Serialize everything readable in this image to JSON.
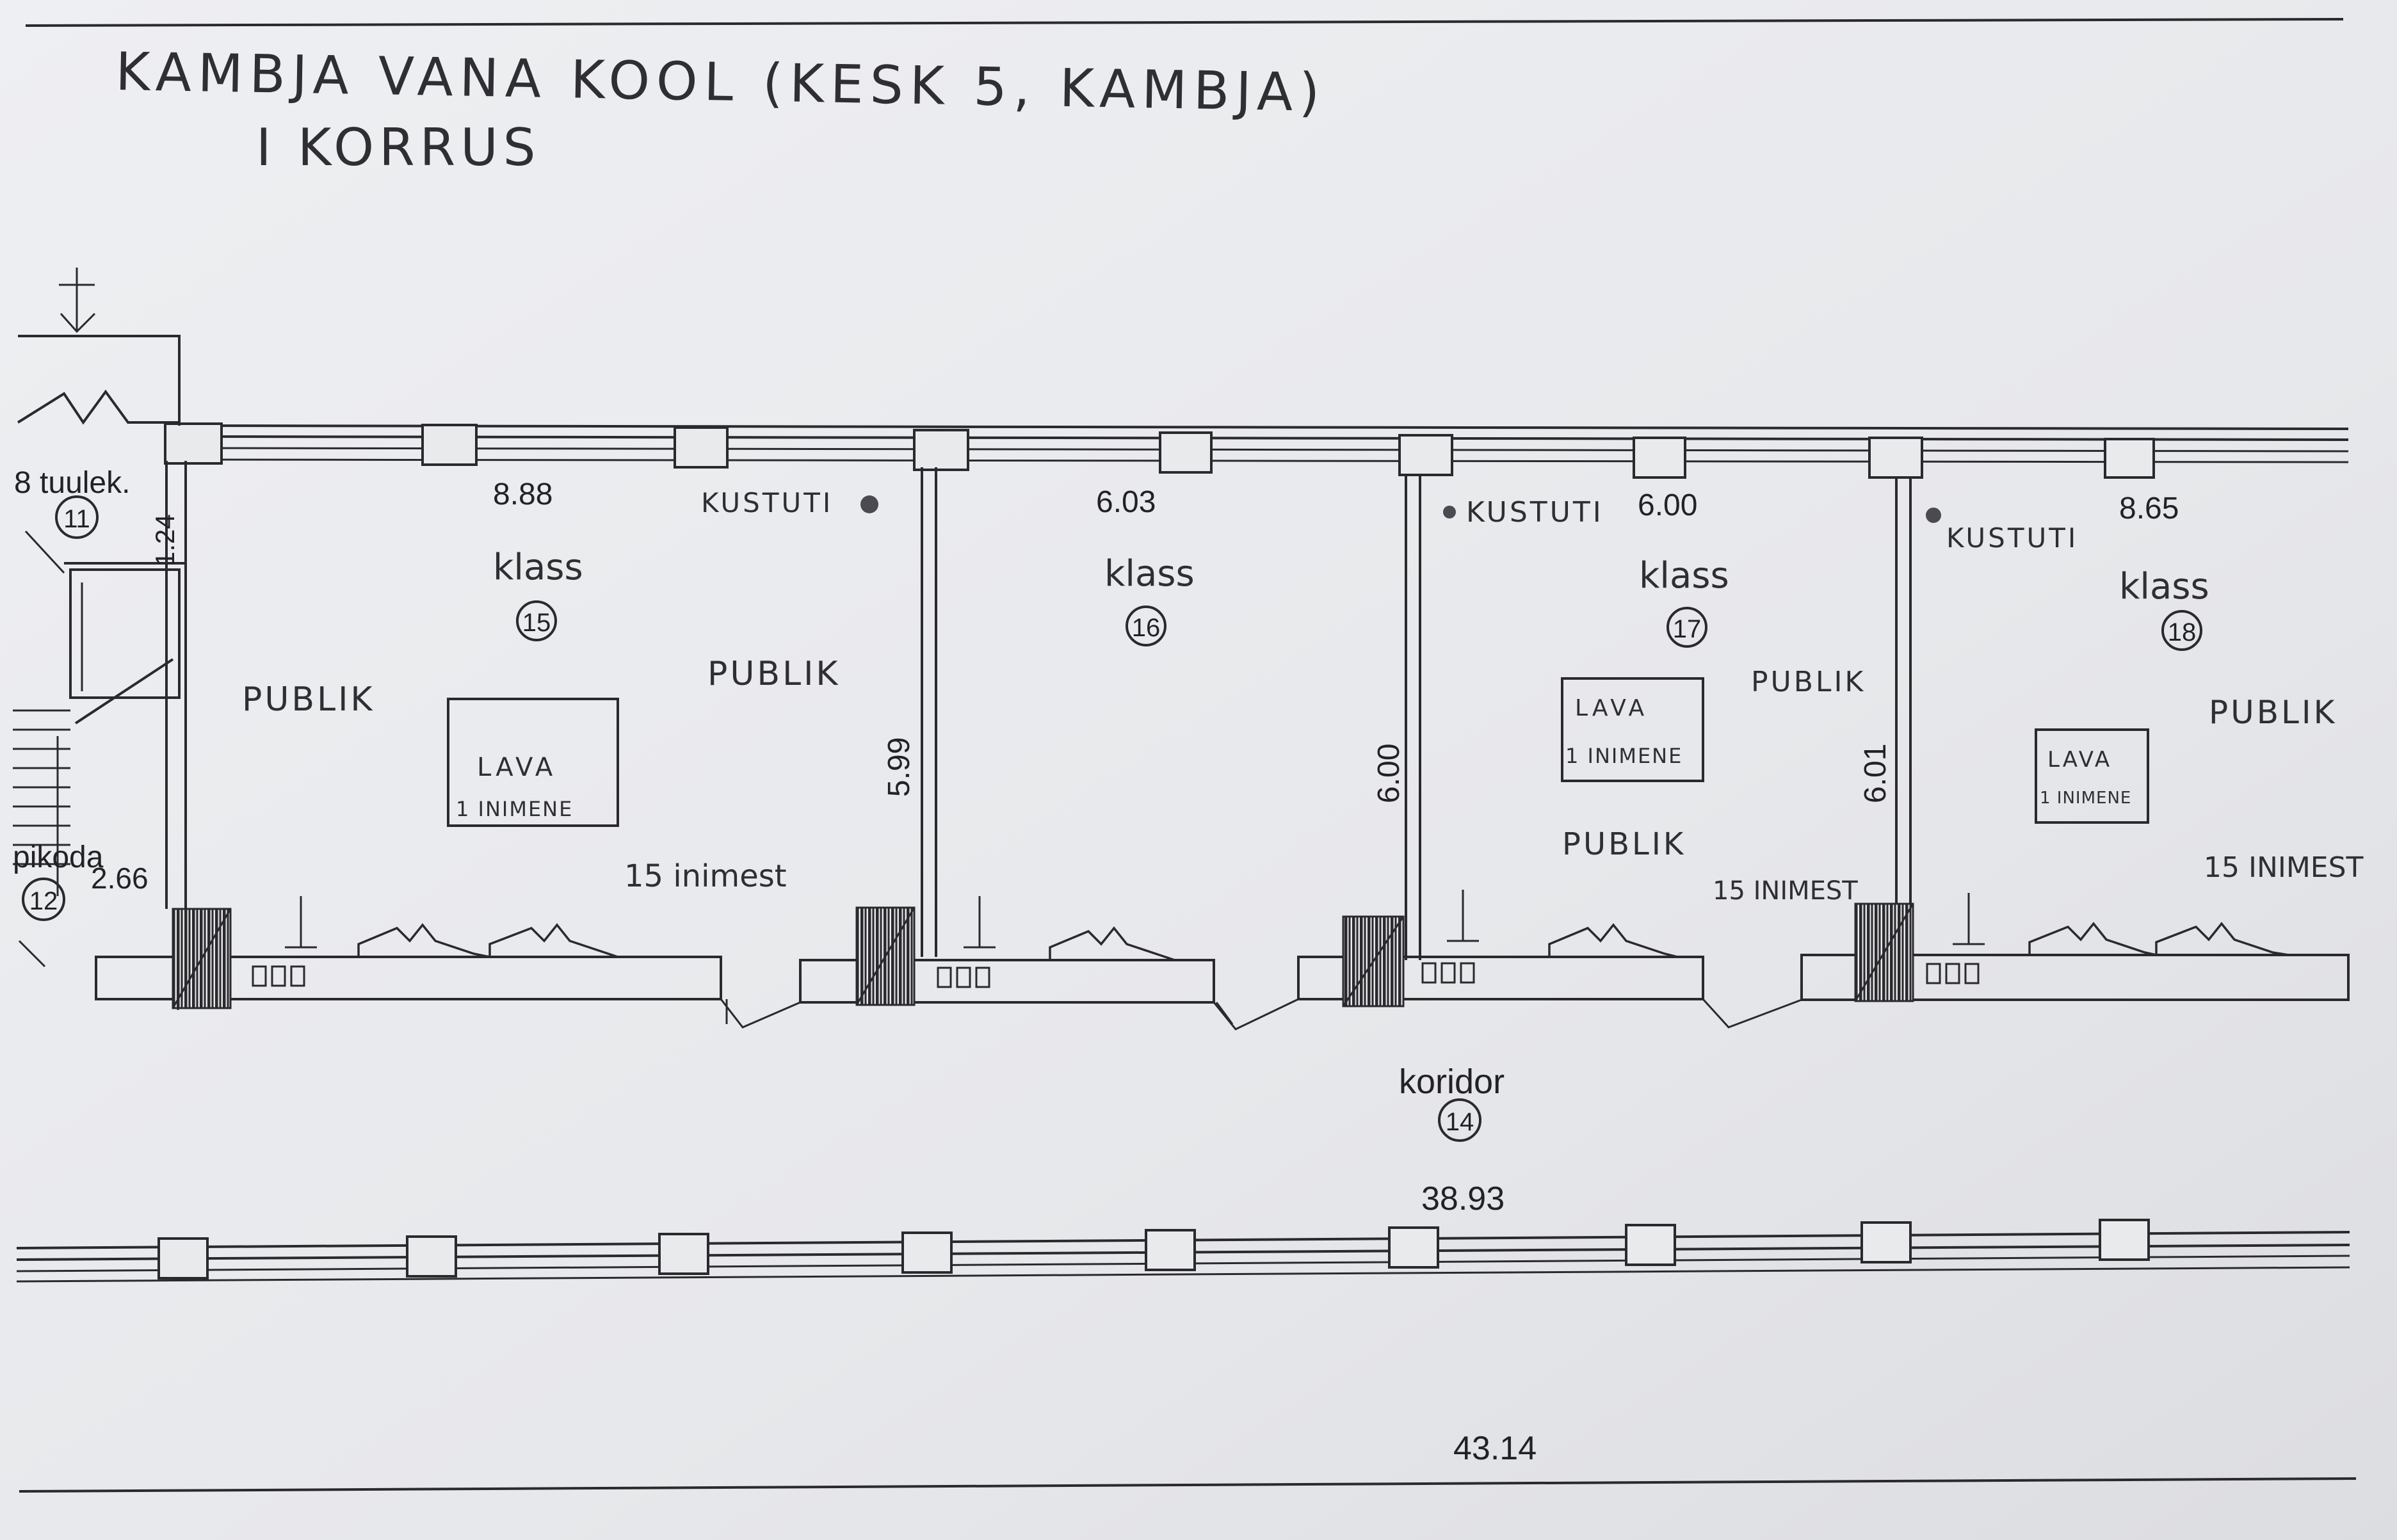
{
  "title": {
    "line1": "KAMBJA VANA KOOL (KESK 5, KAMBJA)",
    "line2": "I KORRUS"
  },
  "rooms": [
    {
      "id": "15",
      "name": "klass",
      "width": "8.88",
      "depth": "5.99",
      "switch": "KUSTUTI",
      "audience": [
        "PUBLIK",
        "PUBLIK"
      ],
      "stage": [
        "LAVA",
        "1 INIMENE"
      ],
      "capacity": "15 inimest"
    },
    {
      "id": "16",
      "name": "klass",
      "width": "6.03",
      "depth": "6.00"
    },
    {
      "id": "17",
      "name": "klass",
      "width": "6.00",
      "depth": "6.01",
      "switch": "KUSTUTI",
      "audience": [
        "PUBLIK",
        "PUBLIK"
      ],
      "stage": [
        "LAVA",
        "1 INIMENE"
      ],
      "capacity": "15 INIMEST"
    },
    {
      "id": "18",
      "name": "klass",
      "width": "8.65",
      "switch": "KUSTUTI",
      "audience": [
        "PUBLIK"
      ],
      "stage": [
        "LAVA",
        "1 INIMENE"
      ],
      "capacity": "15 INIMEST"
    }
  ],
  "side_rooms": {
    "exit": {
      "label": "8 tuulek.",
      "id": "11",
      "dim": "1.24"
    },
    "closet": {
      "label": "pikoda",
      "id": "12",
      "dim": "2.66"
    }
  },
  "corridor": {
    "name": "koridor",
    "id": "14",
    "length": "38.93"
  },
  "building_length": "43.14",
  "colors": {
    "paper": "#ecedf0",
    "ink": "#2a2a2e",
    "pencil": "#3a3a40",
    "background": "#dcdde0"
  }
}
